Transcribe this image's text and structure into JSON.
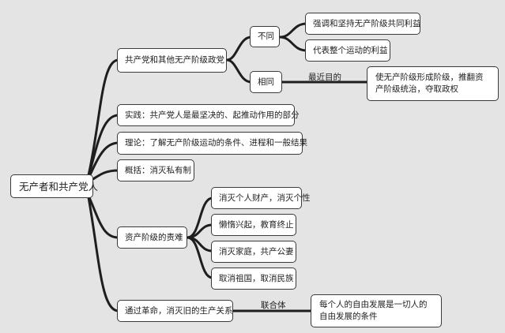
{
  "mindmap": {
    "root": {
      "label": "无产者和共产党人"
    },
    "branch_parties": {
      "label": "共产党和其他无产阶级政党",
      "different": {
        "label": "不同",
        "children": [
          "强调和坚持无产阶级共同利益",
          "代表整个运动的利益"
        ]
      },
      "same": {
        "label": "相同",
        "edge_label": "最近目的",
        "child": "使无产阶级形成阶级，推翻资产阶级统治，夺取政权"
      }
    },
    "branch_practice": {
      "label": "实践：共产党人是最坚决的、起推动作用的部分"
    },
    "branch_theory": {
      "label": "理论：了解无产阶级运动的条件、进程和一般结果"
    },
    "branch_summary": {
      "label": "概括：消灭私有制"
    },
    "branch_accusations": {
      "label": "资产阶级的责难",
      "children": [
        "消灭个人财产，消灭个性",
        "懒惰兴起，教育终止",
        "消灭家庭，共产公妻",
        "取消祖国，取消民族"
      ]
    },
    "branch_revolution": {
      "label": "通过革命，消灭旧的生产关系",
      "edge_label": "联合体",
      "child": "每个人的自由发展是一切人的自由发展的条件"
    }
  }
}
